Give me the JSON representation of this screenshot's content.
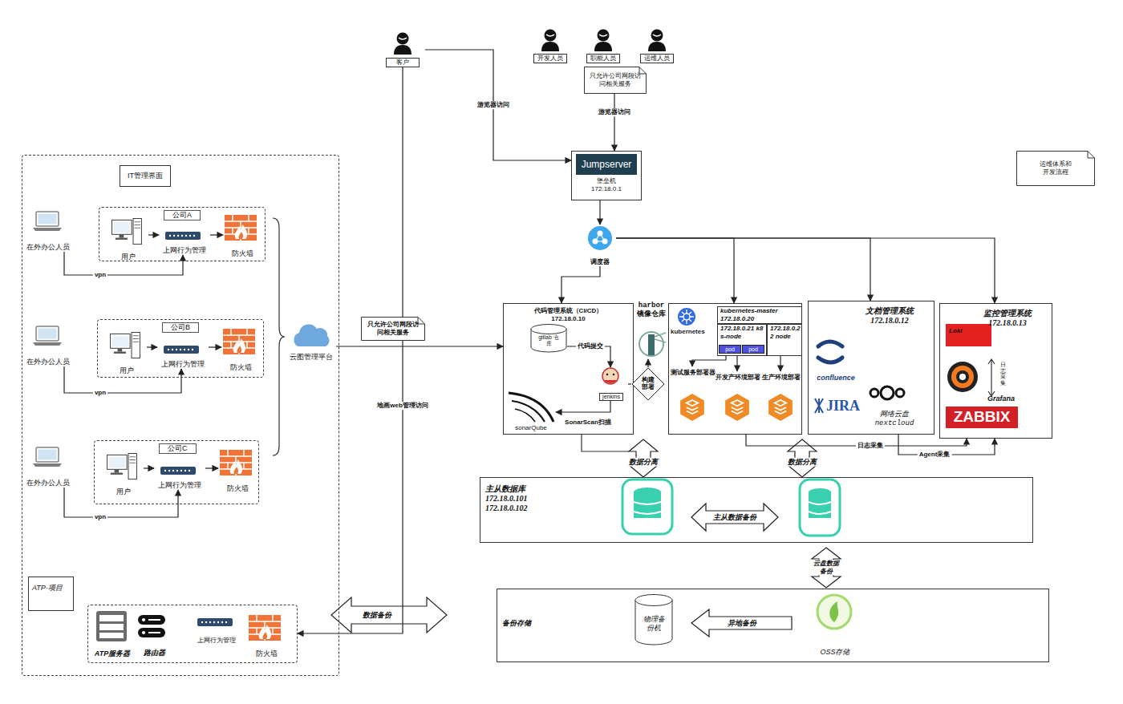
{
  "diagram": {
    "nodes": [
      {
        "text": [
          "IT管理界面"
        ]
      },
      {
        "text": [
          "公司A"
        ],
        "in": 0
      },
      {
        "text": [
          "用户"
        ],
        "in": 1
      },
      {
        "text": [
          "上网行为管理"
        ],
        "in": 1
      },
      {
        "text": [
          "防火墙"
        ],
        "in": 1
      },
      {
        "text": [
          "在外办公人员"
        ],
        "in": 0
      },
      {
        "text": [
          "公司B"
        ],
        "in": 0
      },
      {
        "text": [
          "用户"
        ],
        "in": 6
      },
      {
        "text": [
          "上网行为管理"
        ],
        "in": 6
      },
      {
        "text": [
          "防火墙"
        ],
        "in": 6
      },
      {
        "text": [
          "在外办公人员"
        ],
        "in": 0
      },
      {
        "text": [
          "公司C"
        ],
        "in": 0
      },
      {
        "text": [
          "用户"
        ],
        "in": 11
      },
      {
        "text": [
          "上网行为管理"
        ],
        "in": 11
      },
      {
        "text": [
          "防火墙"
        ],
        "in": 11
      },
      {
        "text": [
          "在外办公人员"
        ],
        "in": 0
      },
      {
        "text": [
          "云图管理平台"
        ],
        "in": 0
      },
      {
        "text": [
          "ATP-项目"
        ],
        "in": 0
      },
      {
        "text": [
          "ATP服务器"
        ],
        "in": 17
      },
      {
        "text": [
          "路由器"
        ],
        "in": 17
      },
      {
        "text": [
          "上网行为管理"
        ],
        "in": 17
      },
      {
        "text": [
          "防火墙"
        ],
        "in": 17
      },
      {
        "text": [
          "客户"
        ]
      },
      {
        "text": [
          "开发人员"
        ]
      },
      {
        "text": [
          "职能人员"
        ]
      },
      {
        "text": [
          "运维人员"
        ]
      },
      {
        "text": [
          "只允许公司网段访问相关服务"
        ]
      },
      {
        "text": [
          "Jumpserver",
          "堡垒机 172.18.0.1"
        ]
      },
      {
        "text": [
          "运维体系和开发流程"
        ]
      },
      {
        "text": [
          "调度器"
        ]
      },
      {
        "text": [
          "只允许公司网段访问相关服务"
        ]
      },
      {
        "text": [
          "代码管理系统（CI/CD） 172.18.0.10"
        ]
      },
      {
        "text": [
          "gitlab 仓库"
        ],
        "in": 31
      },
      {
        "text": [
          "jenkins"
        ],
        "in": 31
      },
      {
        "text": [
          "sonarQube"
        ],
        "in": 31
      },
      {
        "text": [
          "harbor 镜像仓库"
        ]
      },
      {
        "text": [
          "构建部署"
        ]
      },
      {
        "text": [
          "kubernetes"
        ]
      },
      {
        "text": [
          "kubernetes-master 172.18.0.20"
        ],
        "in": 37
      },
      {
        "text": [
          "172.18.0.21 k8s-node"
        ],
        "in": 37
      },
      {
        "text": [
          "pod"
        ],
        "in": 39
      },
      {
        "text": [
          "pod"
        ],
        "in": 39
      },
      {
        "text": [
          "172.18.0.22 node"
        ],
        "in": 37
      },
      {
        "text": [
          "测试服务部署器"
        ],
        "in": 37
      },
      {
        "text": [
          "开发产环境部署"
        ],
        "in": 37
      },
      {
        "text": [
          "生产环境部署"
        ],
        "in": 37
      },
      {
        "text": [
          "文档管理系统 172.18.0.12"
        ]
      },
      {
        "text": [
          "confluence"
        ],
        "in": 46
      },
      {
        "text": [
          "JIRA"
        ],
        "in": 46
      },
      {
        "text": [
          "网络云盘 nextcloud"
        ],
        "in": 46
      },
      {
        "text": [
          "监控管理系统 172.18.0.13"
        ]
      },
      {
        "text": [
          "Loki"
        ],
        "in": 50
      },
      {
        "text": [
          "Grafana"
        ],
        "in": 50
      },
      {
        "text": [
          "ZABBIX"
        ],
        "in": 50
      },
      {
        "text": [
          "主从数据库 172.18.0.101 172.18.0.102"
        ]
      },
      {
        "text": [
          "备份存储"
        ]
      },
      {
        "text": [
          "物理备份机"
        ],
        "in": 55
      },
      {
        "text": [
          "OSS存储"
        ],
        "in": 55
      }
    ],
    "edges": [
      {
        "from": 5,
        "to": 3,
        "label": "vpn",
        "arrow": "to"
      },
      {
        "from": 2,
        "to": 3,
        "arrow": "to"
      },
      {
        "from": 3,
        "to": 4,
        "arrow": "to"
      },
      {
        "from": 10,
        "to": 8,
        "label": "vpn",
        "arrow": "to"
      },
      {
        "from": 7,
        "to": 8,
        "arrow": "to"
      },
      {
        "from": 8,
        "to": 9,
        "arrow": "to"
      },
      {
        "from": 15,
        "to": 13,
        "label": "vpn",
        "arrow": "to"
      },
      {
        "from": 12,
        "to": 13,
        "arrow": "to"
      },
      {
        "from": 13,
        "to": 14,
        "arrow": "to"
      },
      {
        "from": 16,
        "to": 31,
        "arrow": "to"
      },
      {
        "from": 22,
        "to": 27,
        "label": "游览器访问",
        "arrow": "to"
      },
      {
        "from": 26,
        "to": 27,
        "label": "游览器访问",
        "arrow": "to"
      },
      {
        "from": 22,
        "to": 17,
        "label": "地画web管理访问",
        "arrow": "to"
      },
      {
        "from": 27,
        "to": 29,
        "arrow": "to"
      },
      {
        "from": 29,
        "to": 31,
        "arrow": "to"
      },
      {
        "from": 29,
        "to": 37,
        "arrow": "to"
      },
      {
        "from": 29,
        "to": 46,
        "arrow": "to"
      },
      {
        "from": 29,
        "to": 50,
        "arrow": "to"
      },
      {
        "from": 32,
        "to": 33,
        "label": "代码提交",
        "arrow": "to"
      },
      {
        "from": 33,
        "to": 34,
        "label": "SonarScan扫描",
        "arrow": "to"
      },
      {
        "from": 33,
        "to": 36,
        "arrow": "none"
      },
      {
        "from": 36,
        "to": 35,
        "arrow": "to"
      },
      {
        "from": 39,
        "to": 43,
        "arrow": "to"
      },
      {
        "from": 39,
        "to": 44,
        "arrow": "to"
      },
      {
        "from": 42,
        "to": 45,
        "arrow": "to"
      },
      {
        "from": 37,
        "to": 50,
        "label": "日志采集",
        "arrow": "to"
      },
      {
        "from": 46,
        "to": 50,
        "label": "Agent采集",
        "arrow": "to"
      }
    ],
    "labels": [
      "数据分离",
      "数据分离",
      "主从数据备份",
      "云盘数据备份",
      "数据备份",
      "异地备份",
      "日志采集"
    ]
  }
}
